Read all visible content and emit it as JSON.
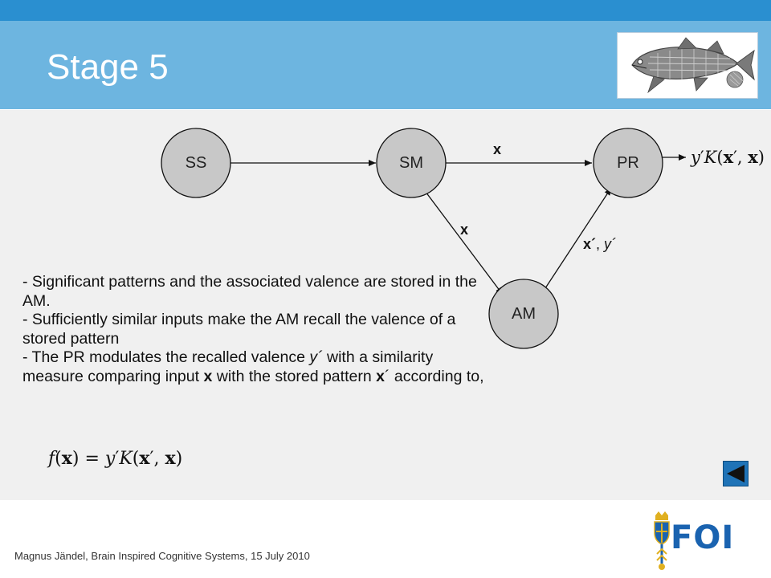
{
  "slide": {
    "title": "Stage 5",
    "footer": "Magnus Jändel, Brain Inspired Cognitive Systems, 15 July 2010",
    "logo_text": "FOI"
  },
  "diagram": {
    "nodes": {
      "ss": "SS",
      "sm": "SM",
      "pr": "PR",
      "am": "AM"
    },
    "edges": {
      "sm_pr": "x",
      "sm_am": "x",
      "am_pr_x": "x´",
      "am_pr_sep": ", ",
      "am_pr_y": "y´"
    },
    "output_formula": {
      "y": "y",
      "prime": "′",
      "K": "K",
      "open": "(",
      "x1": "x",
      "prime2": "′",
      "comma": ", ",
      "x2": "x",
      "close": ")"
    }
  },
  "bullets": {
    "b1": "- Significant patterns and the associated valence are stored in the AM.",
    "b2": "- Sufficiently similar inputs make the AM recall the valence of a stored pattern",
    "b3_a": "- The PR modulates the recalled valence ",
    "b3_y": "y´",
    "b3_b": " with a similarity measure comparing input ",
    "b3_x": "x",
    "b3_c": " with the stored pattern ",
    "b3_xp": "x",
    "b3_d": "´ according to,"
  },
  "main_formula": {
    "f": "f",
    "open1": "(",
    "x": "x",
    "close1": ")",
    "eq": " = ",
    "y": "y",
    "prime": "′",
    "K": "K",
    "open2": "(",
    "x1": "x",
    "prime2": "′",
    "comma": ", ",
    "x2": "x",
    "close2": ")"
  },
  "colors": {
    "header": "#6db5e0",
    "top_strip": "#2a8fd0",
    "content_bg": "#f0f0f0",
    "node_fill": "#c8c8c8",
    "logo_blue": "#1a63b0",
    "logo_gold": "#e0b020"
  }
}
